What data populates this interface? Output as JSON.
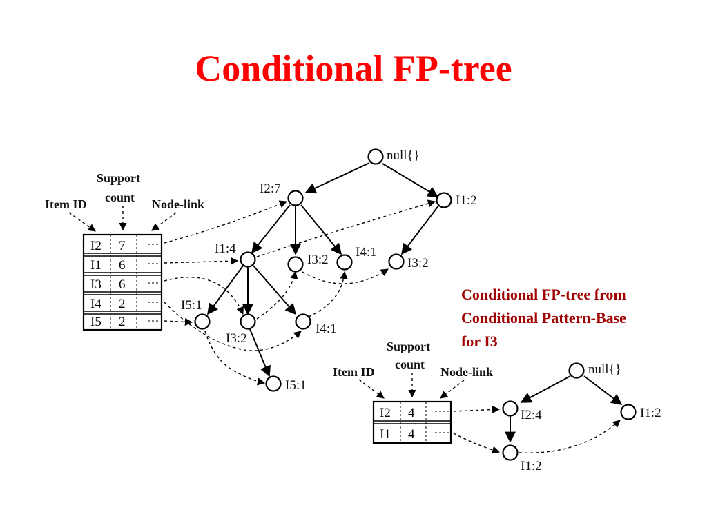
{
  "title": "Conditional FP-tree",
  "caption": {
    "line1": "Conditional FP-tree from",
    "line2": "Conditional Pattern-Base",
    "line3": "for I3"
  },
  "colors": {
    "title": "#ff0000",
    "caption": "#a00000"
  },
  "header_labels": {
    "item_id": "Item ID",
    "support_line1": "Support",
    "support_line2": "count",
    "node_link": "Node-link"
  },
  "full_tree": {
    "table": [
      {
        "item": "I2",
        "count": "7"
      },
      {
        "item": "I1",
        "count": "6"
      },
      {
        "item": "I3",
        "count": "6"
      },
      {
        "item": "I4",
        "count": "2"
      },
      {
        "item": "I5",
        "count": "2"
      }
    ],
    "nodes": {
      "root": "null{}",
      "i2_7": "I2:7",
      "i1_2": "I1:2",
      "i1_4": "I1:4",
      "i3_2a": "I3:2",
      "i4_1a": "I4:1",
      "i3_2b": "I3:2",
      "i5_1a": "I5:1",
      "i3_2c": "I3:2",
      "i4_1b": "I4:1",
      "i5_1b": "I5:1"
    }
  },
  "conditional_tree": {
    "table": [
      {
        "item": "I2",
        "count": "4"
      },
      {
        "item": "I1",
        "count": "4"
      }
    ],
    "nodes": {
      "root": "null{}",
      "i2_4": "I2:4",
      "i1_2_right": "I1:2",
      "i1_2_bottom": "I1:2"
    }
  }
}
